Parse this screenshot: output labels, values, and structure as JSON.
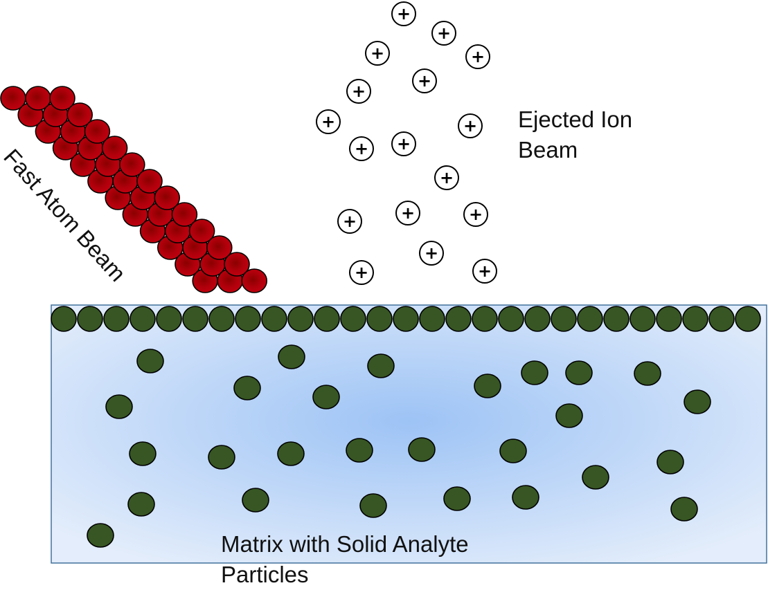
{
  "labels": {
    "fast_atom_beam": "Fast Atom Beam",
    "ejected_ion_beam_line1": "Ejected Ion",
    "ejected_ion_beam_line2": "Beam",
    "matrix_line1": "Matrix with Solid Analyte",
    "matrix_line2": "Particles"
  },
  "ion_symbol": "+",
  "colors": {
    "atom_fill": "#b0000c",
    "atom_stroke": "#000000",
    "analyte_fill": "#375623",
    "matrix_center": "#9dc3f5",
    "matrix_edge": "#e3edfb",
    "matrix_border": "#41719c",
    "ion_fill": "#ffffff",
    "ion_stroke": "#000000"
  }
}
